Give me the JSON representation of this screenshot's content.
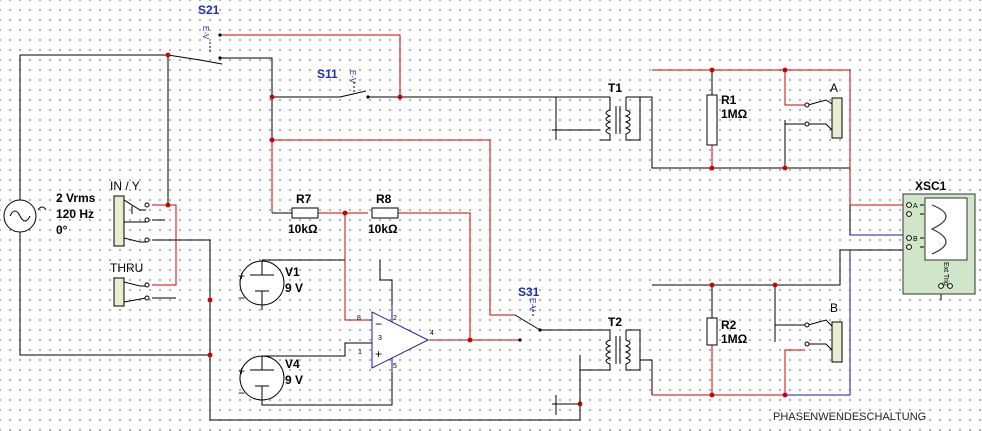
{
  "title": "PHASENWENDESCHALTUNG",
  "source": {
    "amplitude": "2 Vrms",
    "frequency": "120 Hz",
    "phase": "0°"
  },
  "connectors": {
    "in_y": "IN / Y",
    "thru": "THRU",
    "a": "A",
    "b": "B"
  },
  "switches": {
    "s21": "S21",
    "s11": "S11",
    "s31": "S31",
    "key": "E-V"
  },
  "resistors": {
    "r7": {
      "name": "R7",
      "value": "10kΩ"
    },
    "r8": {
      "name": "R8",
      "value": "10kΩ"
    },
    "r1": {
      "name": "R1",
      "value": "1MΩ"
    },
    "r2": {
      "name": "R2",
      "value": "1MΩ"
    }
  },
  "batteries": {
    "v1": {
      "name": "V1",
      "value": "9 V"
    },
    "v4": {
      "name": "V4",
      "value": "9 V"
    }
  },
  "transformers": {
    "t1": "T1",
    "t2": "T2"
  },
  "opamp": {
    "pins": [
      "8",
      "2",
      "1",
      "3",
      "4",
      "5"
    ]
  },
  "scope": {
    "name": "XSC1",
    "pins": [
      "A",
      "B"
    ],
    "ext_trig": "Ext Trig"
  },
  "colors": {
    "wire": "#000000",
    "wire_red": "#d00000",
    "wire_blue": "#1a1aa8",
    "scope_bg": "#cfe6c9",
    "switch_label": "#1f2fb0"
  }
}
